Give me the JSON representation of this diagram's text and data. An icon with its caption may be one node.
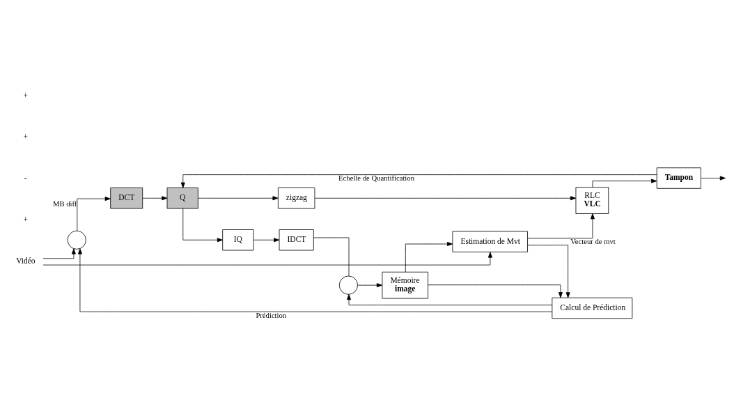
{
  "diagram": {
    "nodes": [
      {
        "text": [
          "Vidéo"
        ]
      },
      {
        "text": [],
        "shape": "circle"
      },
      {
        "text": [
          "DCT"
        ]
      },
      {
        "text": [
          "Q"
        ]
      },
      {
        "text": [
          "zigzag"
        ]
      },
      {
        "text": [
          "RLC",
          "VLC"
        ]
      },
      {
        "text": [
          "Tampon"
        ]
      },
      {
        "text": [
          "IQ"
        ]
      },
      {
        "text": [
          "IDCT"
        ]
      },
      {
        "text": [],
        "shape": "circle"
      },
      {
        "text": [
          "Estimation de Mvt"
        ]
      },
      {
        "text": [
          "Calcul de Prédiction"
        ]
      },
      {
        "text": [
          "Mémoire",
          "image"
        ]
      }
    ],
    "edges": [
      {
        "from": 0,
        "to": 1,
        "arrow": "to"
      },
      {
        "from": 0,
        "to": 10,
        "arrow": "to"
      },
      {
        "from": 1,
        "to": 2,
        "arrow": "to",
        "label": "MB diff"
      },
      {
        "from": 2,
        "to": 3,
        "arrow": "to"
      },
      {
        "from": 3,
        "to": 4,
        "arrow": "to"
      },
      {
        "from": 4,
        "to": 5,
        "arrow": "to"
      },
      {
        "from": 5,
        "to": 6,
        "arrow": "to"
      },
      {
        "from": 6,
        "to": null,
        "arrow": "to"
      },
      {
        "from": 6,
        "to": 3,
        "arrow": "to",
        "label": "Echelle de Quantification"
      },
      {
        "from": 3,
        "to": 7,
        "arrow": "to"
      },
      {
        "from": 7,
        "to": 8,
        "arrow": "to"
      },
      {
        "from": 8,
        "to": 9,
        "arrow": "none"
      },
      {
        "from": 11,
        "to": 1,
        "arrow": "to",
        "label": "Prédiction"
      },
      {
        "from": 11,
        "to": 9,
        "arrow": "to"
      },
      {
        "from": 9,
        "to": 12,
        "arrow": "to"
      },
      {
        "from": 12,
        "to": 10,
        "arrow": "to"
      },
      {
        "from": 12,
        "to": 11,
        "arrow": "to"
      },
      {
        "from": 10,
        "to": 11,
        "arrow": "to"
      },
      {
        "from": 10,
        "to": 5,
        "arrow": "to",
        "label": "Vecteur de mvt"
      }
    ],
    "labels": [
      "+",
      "-",
      "+",
      "+"
    ]
  }
}
